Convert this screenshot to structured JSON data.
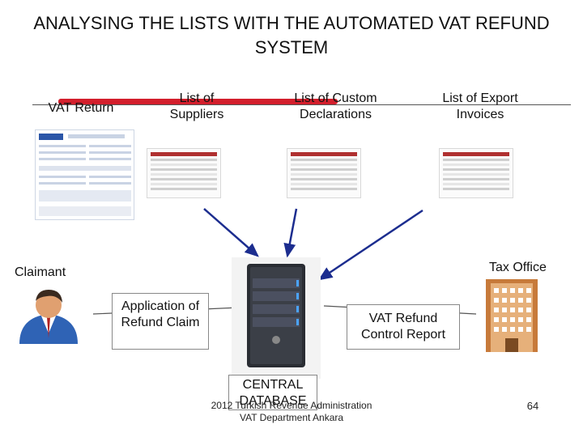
{
  "title": "ANALYSING THE LISTS WITH THE AUTOMATED VAT REFUND SYSTEM",
  "lists": {
    "vat_return": "VAT Return",
    "suppliers": "List of Suppliers",
    "custom_declarations": "List of Custom Declarations",
    "export_invoices": "List of Export Invoices"
  },
  "claimant": "Claimant",
  "tax_office": "Tax Office",
  "application_box": "Application of Refund Claim",
  "report_box": "VAT Refund Control Report",
  "central_db": "CENTRAL DATABASE",
  "footer_text": "2012 Turkish Revenue Administration VAT Department Ankara",
  "page_number": "64",
  "colors": {
    "accent_red": "#d31f2c",
    "arrow_blue": "#1c2d8f"
  },
  "icons": [
    "person-icon",
    "server-icon",
    "office-building-icon",
    "document-icon"
  ]
}
